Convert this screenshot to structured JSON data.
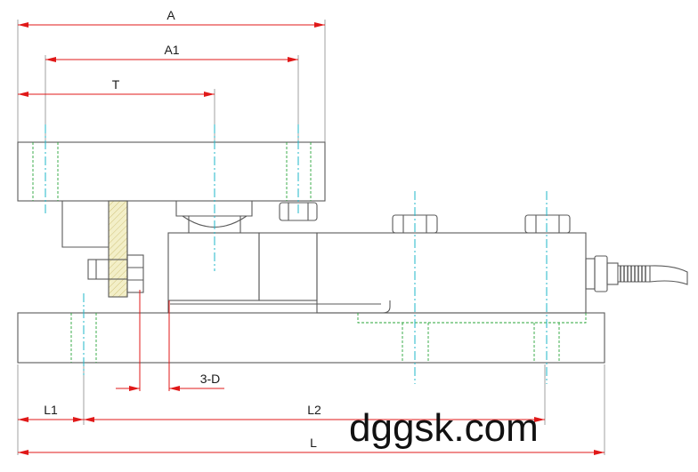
{
  "dimensions": {
    "A": "A",
    "A1": "A1",
    "T": "T",
    "D": "3-D",
    "L1": "L1",
    "L2": "L2",
    "L": "L"
  },
  "watermark": "dggsk.com",
  "colors": {
    "dimension_line": "#e01818",
    "center_line": "#1fb7c9",
    "hidden_hole": "#2aa53a",
    "object_line": "#5a5a5a",
    "spacer_fill": "#f3efc8"
  }
}
